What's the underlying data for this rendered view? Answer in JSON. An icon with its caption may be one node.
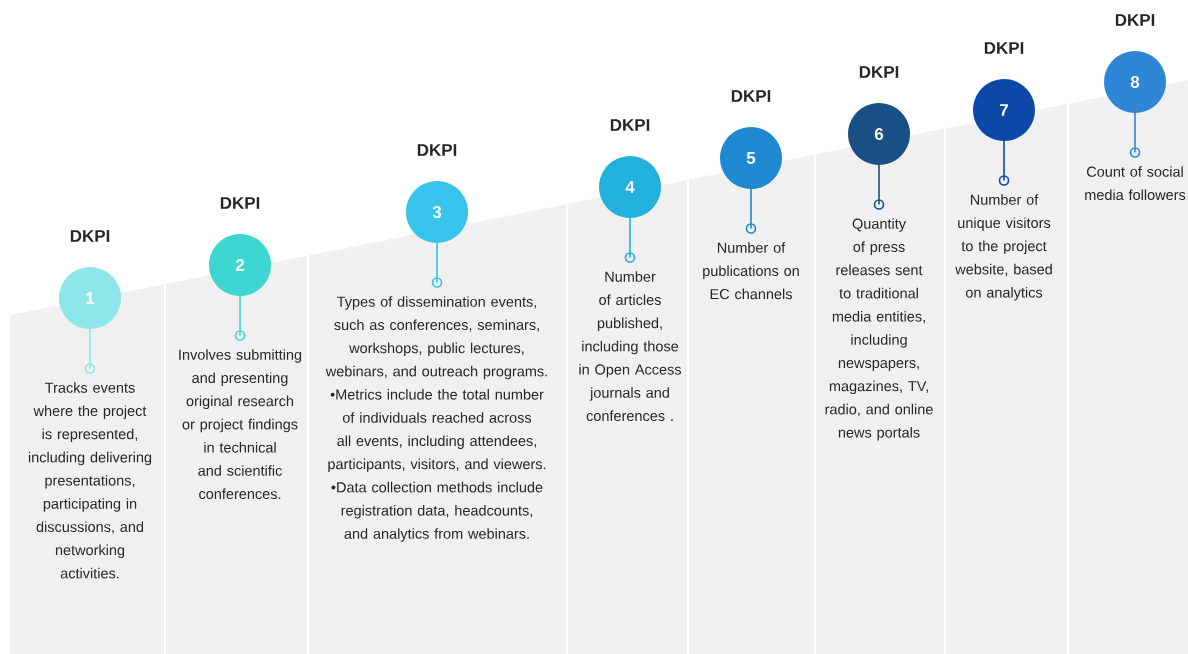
{
  "diagram": {
    "nodes": [
      {
        "text": [
          "DKPI",
          "1"
        ],
        "beside": [
          "Tracks events where the project is represented, including delivering presentations, participating in discussions, and networking activities."
        ]
      },
      {
        "text": [
          "DKPI",
          "2"
        ],
        "beside": [
          "Involves submitting and presenting original research or project findings in technical and scientific conferences."
        ]
      },
      {
        "text": [
          "DKPI",
          "3"
        ],
        "beside": [
          "Types of dissemination events, such as conferences, seminars, workshops, public lectures, webinars, and outreach programs.",
          "•Metrics include the total number of individuals reached across all events, including attendees, participants, visitors, and viewers.",
          "•Data collection methods include registration data, headcounts, and analytics from webinars."
        ]
      },
      {
        "text": [
          "DKPI",
          "4"
        ],
        "beside": [
          "Number of articles published, including those in Open Access journals and conferences ."
        ]
      },
      {
        "text": [
          "DKPI",
          "5"
        ],
        "beside": [
          "Number of publications on EC channels"
        ]
      },
      {
        "text": [
          "DKPI",
          "6"
        ],
        "beside": [
          "Quantity of press releases sent to traditional media entities, including newspapers, magazines, TV, radio, and online news portals"
        ]
      },
      {
        "text": [
          "DKPI",
          "7"
        ],
        "beside": [
          "Number of unique visitors to the project website, based on analytics"
        ]
      },
      {
        "text": [
          "DKPI",
          "8"
        ],
        "beside": [
          "Count of social media followers"
        ]
      }
    ]
  }
}
